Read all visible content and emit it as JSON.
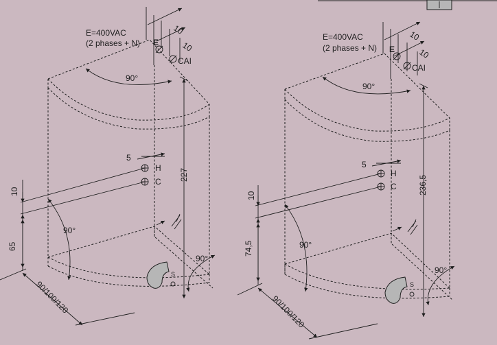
{
  "background_color": "#cbb8c0",
  "line_color": "#1e1e1e",
  "left": {
    "power_label": "E=400VAC",
    "phases_label": "(2 phases + N)",
    "earth_label": "E",
    "cai_label": "CAI",
    "dim_top_1": "10",
    "dim_top_2": "10",
    "angle_top": "90°",
    "dim_offset_hc": "5",
    "hot_label": "H",
    "cold_label": "C",
    "height_227": "227",
    "dim_10_left": "10",
    "height_65": "65",
    "angle_left": "90°",
    "angle_right": "90°",
    "width_label": "90/100/120",
    "drain_label": "S"
  },
  "right": {
    "power_label": "E=400VAC",
    "phases_label": "(2 phases + N)",
    "earth_label": "E",
    "cai_label": "CAI",
    "dim_top_1": "10",
    "dim_top_2": "10",
    "angle_top": "90°",
    "dim_offset_hc": "5",
    "hot_label": "H",
    "cold_label": "C",
    "height_236": "236,5",
    "dim_10_left": "10",
    "height_745": "74,5",
    "angle_left": "90°",
    "angle_right": "90°",
    "width_label": "90/100/120",
    "drain_label": "S"
  }
}
